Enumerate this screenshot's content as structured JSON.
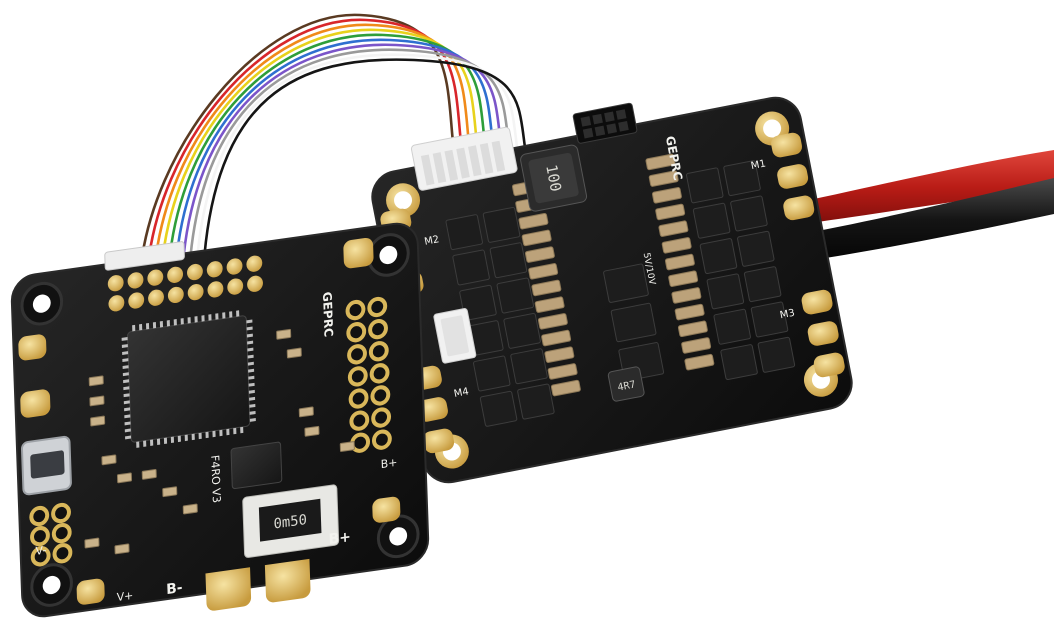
{
  "palette": {
    "background": "#ffffff",
    "pcb": "#141414",
    "pcb_edge": "#2a2a2a",
    "gold": "#d9b75a",
    "gold_light": "#f0d78a",
    "silkscreen": "#f2f2ee",
    "wire_red": "#c8261f",
    "wire_black": "#151515",
    "solder": "#b9bcc0"
  },
  "wire_colors": [
    "#5a3a22",
    "#d8262b",
    "#f08a1a",
    "#e8d21c",
    "#2e9e3a",
    "#2f6fd0",
    "#7b55c9",
    "#9a9a9a",
    "#f4f4f4",
    "#151515"
  ],
  "flight_controller": {
    "brand_mark": "GEPRC",
    "board_label": "F4RO V3",
    "pad_labels": {
      "batt_minus": "B-",
      "batt_plus": "B+",
      "v_plus": "V+",
      "v_minus": "V-",
      "b_plus_side": "B+"
    },
    "sensor_marking": "0m50"
  },
  "esc_board": {
    "brand_mark": "GEPRC",
    "inductor_marking": "100",
    "small_inductor_marking": "4R7",
    "motor_labels": [
      "M1",
      "M2",
      "M3",
      "M4"
    ],
    "voltage_label": "5V/10V"
  }
}
